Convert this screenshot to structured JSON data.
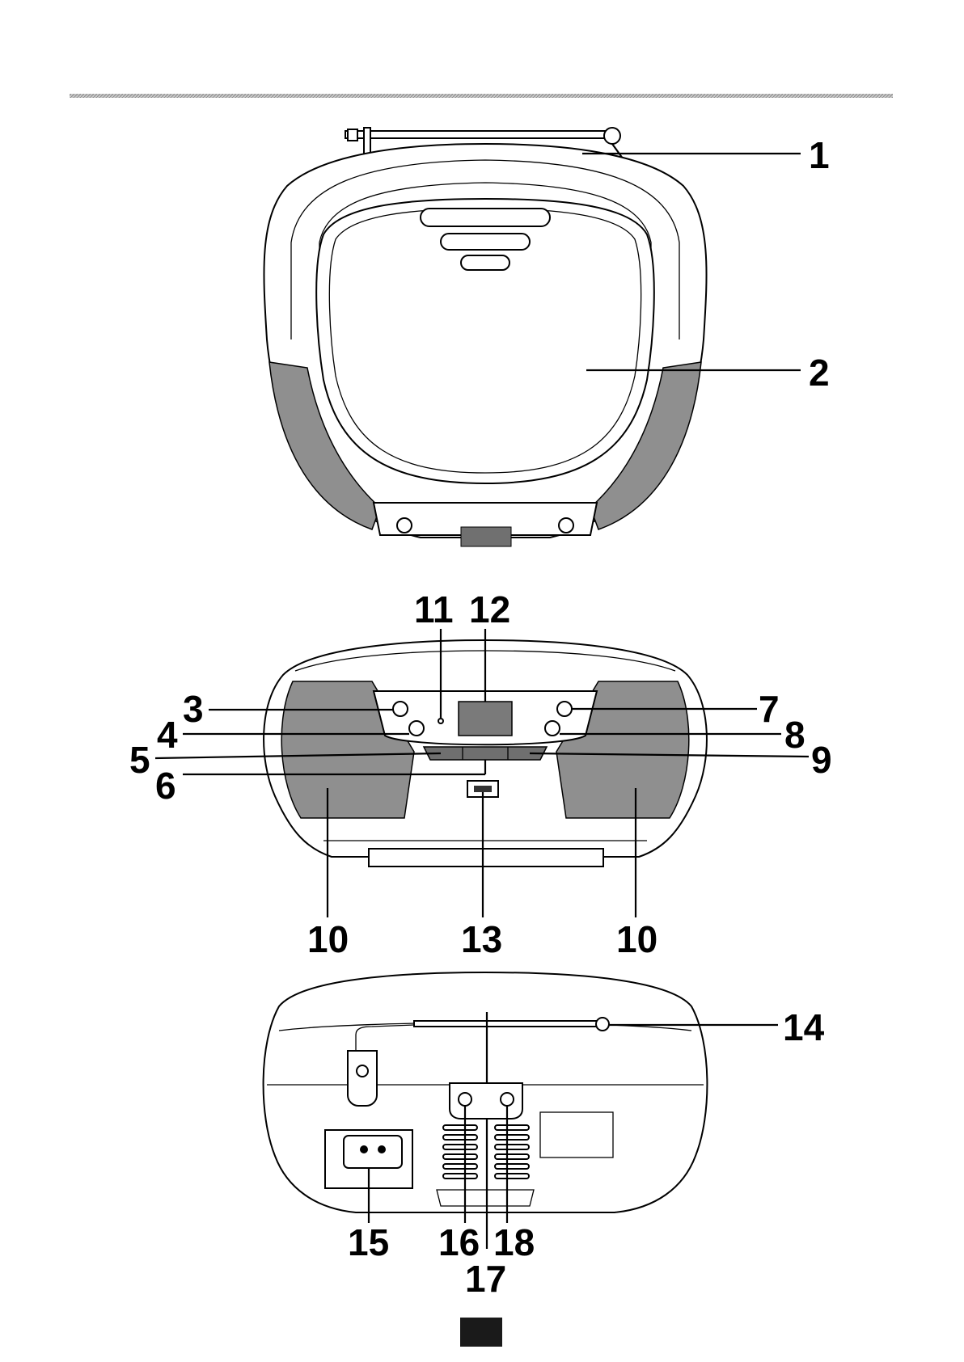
{
  "labels": {
    "l1": "1",
    "l2": "2",
    "l3": "3",
    "l4": "4",
    "l5": "5",
    "l6": "6",
    "l7": "7",
    "l8": "8",
    "l9": "9",
    "l10a": "10",
    "l10b": "10",
    "l11": "11",
    "l12": "12",
    "l13": "13",
    "l14": "14",
    "l15": "15",
    "l16": "16",
    "l17": "17",
    "l18": "18"
  },
  "colors": {
    "panel_grey": "#8f8f8f",
    "page_badge": "#1a1a1a",
    "rule": "#b5b5b5"
  }
}
